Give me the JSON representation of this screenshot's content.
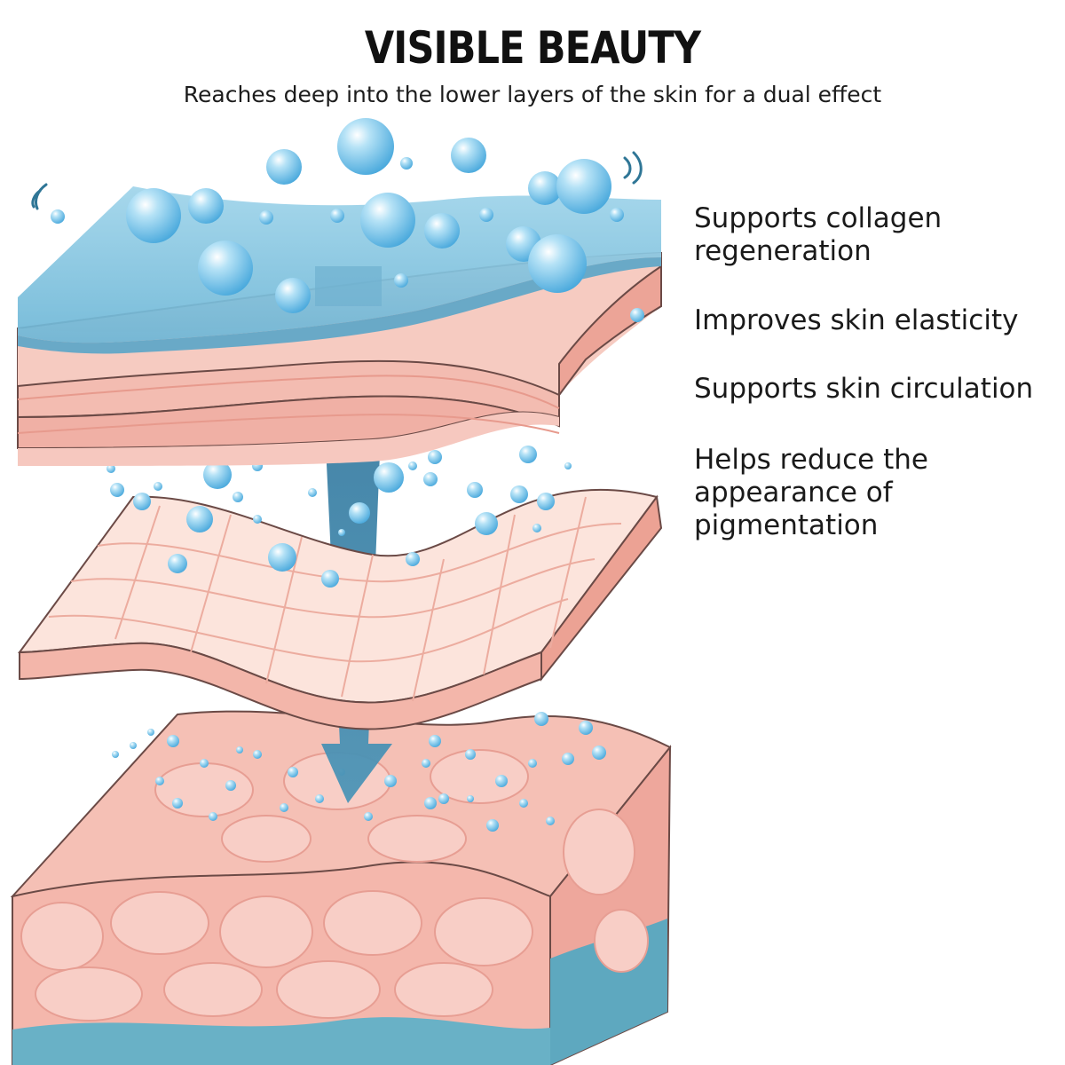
{
  "header": {
    "title": "VISIBLE BEAUTY",
    "subtitle": "Reaches deep into the lower layers of the skin for a dual effect"
  },
  "benefits": [
    {
      "text": "Supports collagen\nregeneration"
    },
    {
      "text": "Improves skin elasticity"
    },
    {
      "text": "Supports skin circulation"
    },
    {
      "text": "Helps reduce the\nappearance of\npigmentation"
    }
  ],
  "colors": {
    "water_blue": "#7fc4df",
    "bubble_blue": "#5fb8e6",
    "skin_pink": "#f3b7ad",
    "skin_light": "#fbe3dc",
    "arrow_blue": "#3f86a8",
    "text_dark": "#111111"
  }
}
